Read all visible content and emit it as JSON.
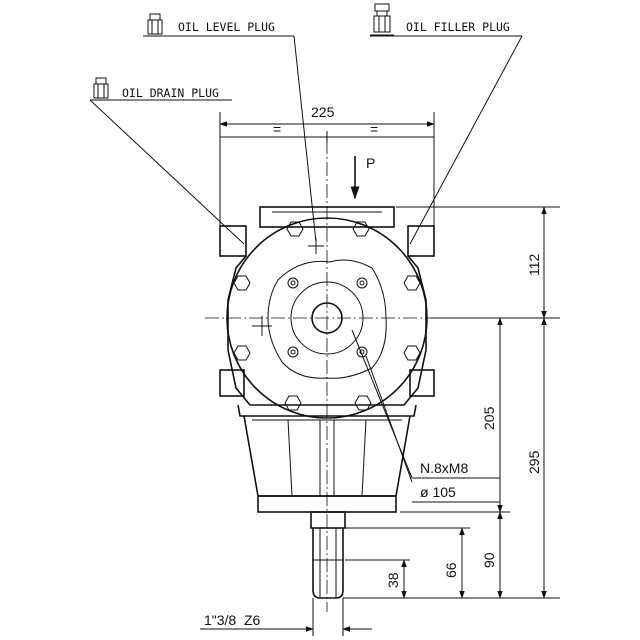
{
  "labels": {
    "oil_level_plug": "OIL LEVEL PLUG",
    "oil_filler_plug": "OIL FILLER PLUG",
    "oil_drain_plug": "OIL DRAIN PLUG",
    "force_arrow": "P",
    "bolt_pattern": "N.8xM8",
    "bolt_circle": "ø 105",
    "spline_spec": "1\"3/8  Z6"
  },
  "dimensions": {
    "width": "225",
    "equal_left": "=",
    "equal_right": "=",
    "top_height": "112",
    "center_to_flange": "205",
    "center_to_shaft_end": "295",
    "shaft_length": "90",
    "shaft_spline": "66",
    "shaft_key": "38"
  }
}
